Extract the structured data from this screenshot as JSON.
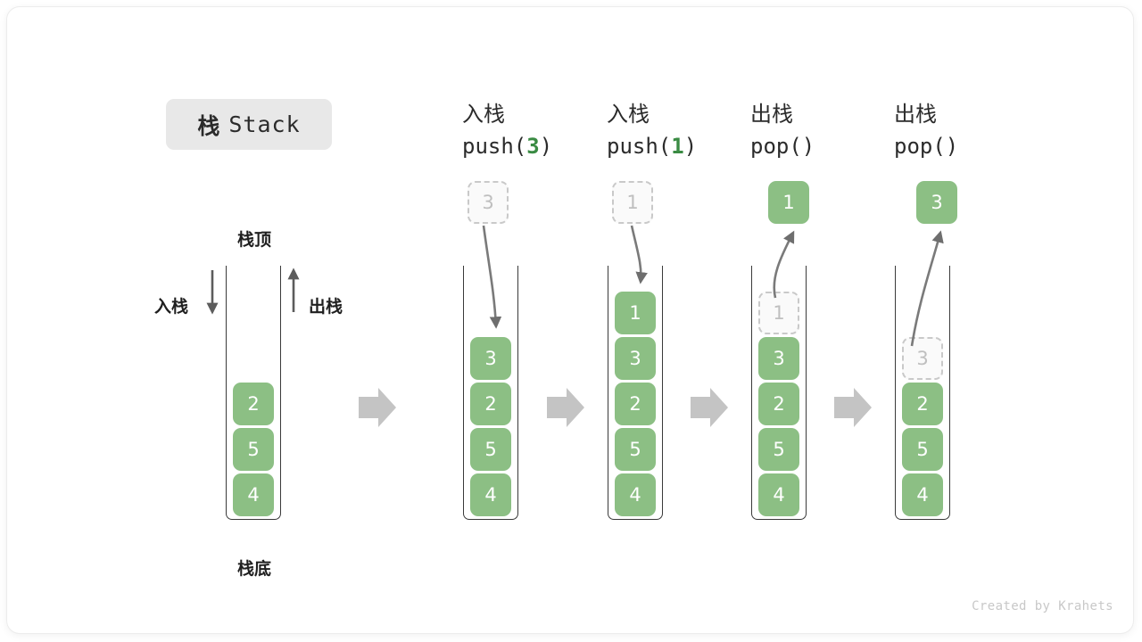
{
  "title": {
    "cn": "栈",
    "en": "Stack"
  },
  "annotations": {
    "top_label": "栈顶",
    "bottom_label": "栈底",
    "push_label": "入栈",
    "pop_label": "出栈"
  },
  "credit": "Created by Krahets",
  "colors": {
    "cell_green": "#8cbf84",
    "accent_green": "#3a8b43",
    "ghost_border": "#c9c9c9",
    "ghost_text": "#bfbfbf",
    "wall": "#3a3a3a",
    "flow_arrow": "#c4c4c4",
    "chip_bg": "#e8e8e8"
  },
  "steps": [
    {
      "id": "initial",
      "heading_cn": "",
      "heading_op": "",
      "floating": null,
      "cells": [
        {
          "value": "4",
          "state": "filled"
        },
        {
          "value": "5",
          "state": "filled"
        },
        {
          "value": "2",
          "state": "filled"
        }
      ]
    },
    {
      "id": "push-3",
      "heading_cn": "入栈",
      "heading_op_prefix": "push(",
      "heading_op_arg": "3",
      "heading_op_suffix": ")",
      "floating": {
        "value": "3",
        "state": "ghost"
      },
      "cells": [
        {
          "value": "4",
          "state": "filled"
        },
        {
          "value": "5",
          "state": "filled"
        },
        {
          "value": "2",
          "state": "filled"
        },
        {
          "value": "3",
          "state": "filled"
        }
      ]
    },
    {
      "id": "push-1",
      "heading_cn": "入栈",
      "heading_op_prefix": "push(",
      "heading_op_arg": "1",
      "heading_op_suffix": ")",
      "floating": {
        "value": "1",
        "state": "ghost"
      },
      "cells": [
        {
          "value": "4",
          "state": "filled"
        },
        {
          "value": "5",
          "state": "filled"
        },
        {
          "value": "2",
          "state": "filled"
        },
        {
          "value": "3",
          "state": "filled"
        },
        {
          "value": "1",
          "state": "filled"
        }
      ]
    },
    {
      "id": "pop-1",
      "heading_cn": "出栈",
      "heading_op_prefix": "pop(",
      "heading_op_arg": "",
      "heading_op_suffix": ")",
      "floating": {
        "value": "1",
        "state": "filled"
      },
      "cells": [
        {
          "value": "4",
          "state": "filled"
        },
        {
          "value": "5",
          "state": "filled"
        },
        {
          "value": "2",
          "state": "filled"
        },
        {
          "value": "3",
          "state": "filled"
        },
        {
          "value": "1",
          "state": "ghost"
        }
      ]
    },
    {
      "id": "pop-2",
      "heading_cn": "出栈",
      "heading_op_prefix": "pop(",
      "heading_op_arg": "",
      "heading_op_suffix": ")",
      "floating": {
        "value": "3",
        "state": "filled"
      },
      "cells": [
        {
          "value": "4",
          "state": "filled"
        },
        {
          "value": "5",
          "state": "filled"
        },
        {
          "value": "2",
          "state": "filled"
        },
        {
          "value": "3",
          "state": "ghost"
        }
      ]
    }
  ]
}
